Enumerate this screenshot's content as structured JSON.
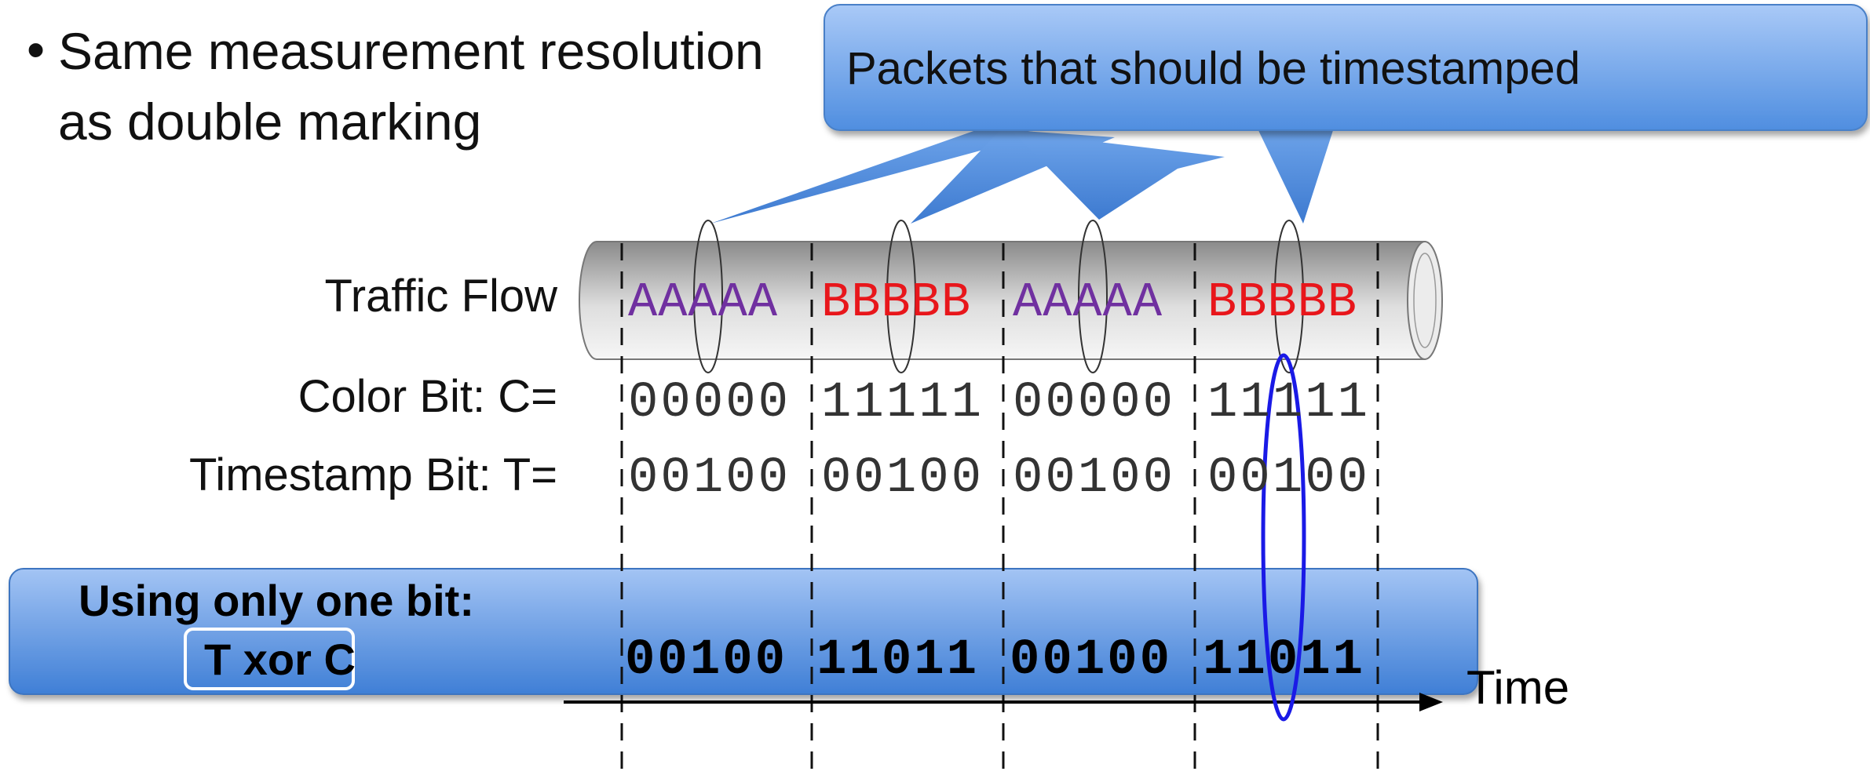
{
  "bullet": {
    "line1": "Same measurement resolution",
    "line2": "as double marking"
  },
  "callout": {
    "text": "Packets that should be timestamped"
  },
  "rows": {
    "traffic_label": "Traffic Flow",
    "color_label": "Color Bit: C=",
    "timestamp_label": "Timestamp Bit: T="
  },
  "segments": [
    {
      "flow": "AAAAA",
      "color_bits": "00000",
      "timestamp_bits": "00100",
      "xor_bits": "00100",
      "flow_color": "#7030a0"
    },
    {
      "flow": "BBBBB",
      "color_bits": "11111",
      "timestamp_bits": "00100",
      "xor_bits": "11011",
      "flow_color": "#e8161b"
    },
    {
      "flow": "AAAAA",
      "color_bits": "00000",
      "timestamp_bits": "00100",
      "xor_bits": "00100",
      "flow_color": "#7030a0"
    },
    {
      "flow": "BBBBB",
      "color_bits": "11111",
      "timestamp_bits": "00100",
      "xor_bits": "11011",
      "flow_color": "#e8161b"
    }
  ],
  "banner": {
    "title": "Using only one bit:",
    "formula": "T xor C"
  },
  "axis": {
    "label": "Time"
  },
  "colors": {
    "callout_blue": "#5b9be6",
    "banner_blue": "#5a96e0",
    "highlight_ellipse": "#1a1ae6",
    "flow_a": "#7030a0",
    "flow_b": "#e8161b"
  }
}
